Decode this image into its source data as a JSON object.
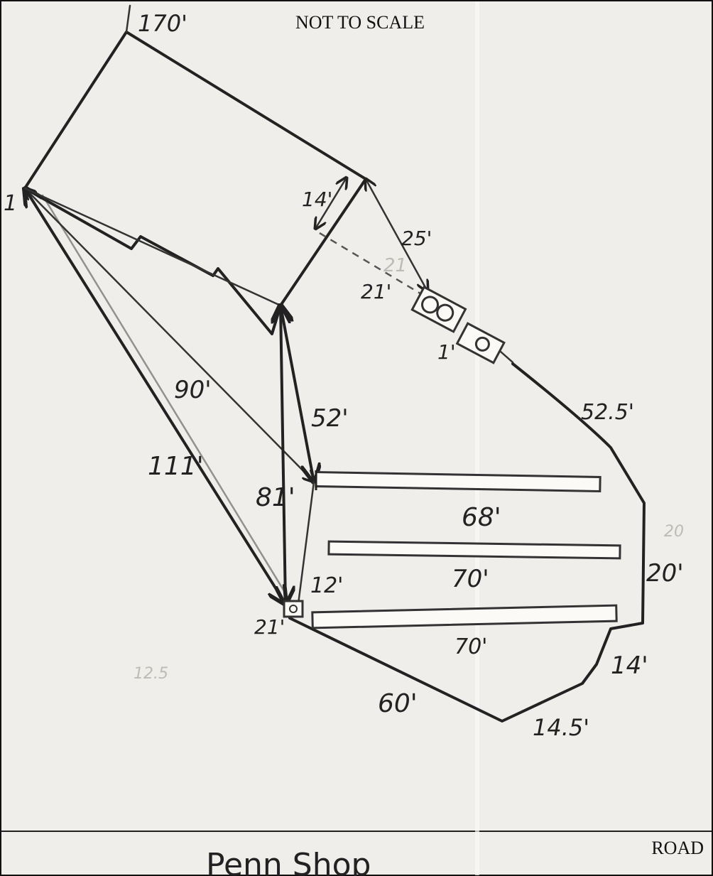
{
  "header": {
    "note": "NOT TO SCALE"
  },
  "footer": {
    "road_label": "ROAD",
    "site_name": "Penn Shop"
  },
  "dimensions": {
    "top": "170'",
    "corner": "1",
    "d14": "14'",
    "d25": "25'",
    "d21a": "21'",
    "d1": "1'",
    "d90": "90'",
    "d111": "111'",
    "d52": "52'",
    "d81": "81'",
    "d525": "52.5'",
    "d68": "68'",
    "d70a": "70'",
    "d70b": "70'",
    "d12": "12'",
    "d20": "20'",
    "d21b": "21'",
    "d14b": "14'",
    "d60": "60'",
    "d145": "14.5'"
  },
  "faint": {
    "f21": "21",
    "f20": "20",
    "f125": "12.5"
  },
  "colors": {
    "paper": "#efeeeb",
    "ink": "#222222",
    "red_pen": "#6e5656"
  }
}
